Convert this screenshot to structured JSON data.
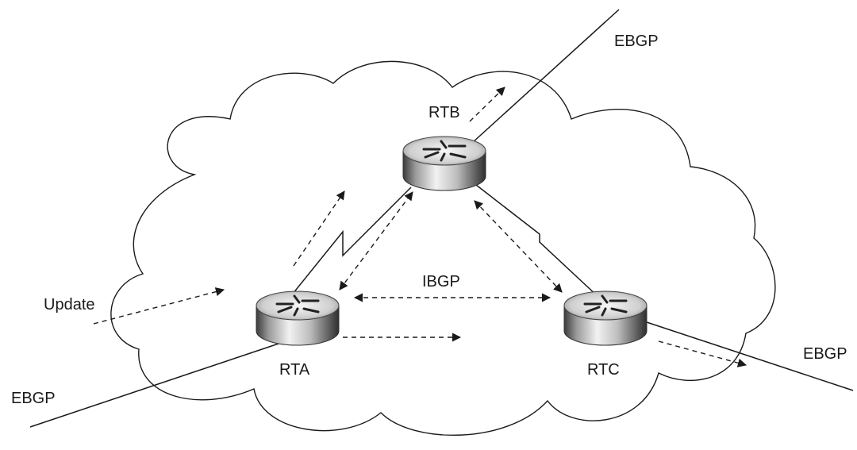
{
  "diagram": {
    "routers": {
      "rta": {
        "label": "RTA",
        "icon": "router-icon"
      },
      "rtb": {
        "label": "RTB",
        "icon": "router-icon"
      },
      "rtc": {
        "label": "RTC",
        "icon": "router-icon"
      }
    },
    "labels": {
      "ibgp": "IBGP",
      "update": "Update",
      "ebgp_top": "EBGP",
      "ebgp_right": "EBGP",
      "ebgp_left": "EBGP"
    },
    "colors": {
      "line": "#1a1a1a",
      "cloud_fill": "#ffffff",
      "router_light": "#f4f4f4",
      "router_dark": "#2e2e2e"
    }
  }
}
